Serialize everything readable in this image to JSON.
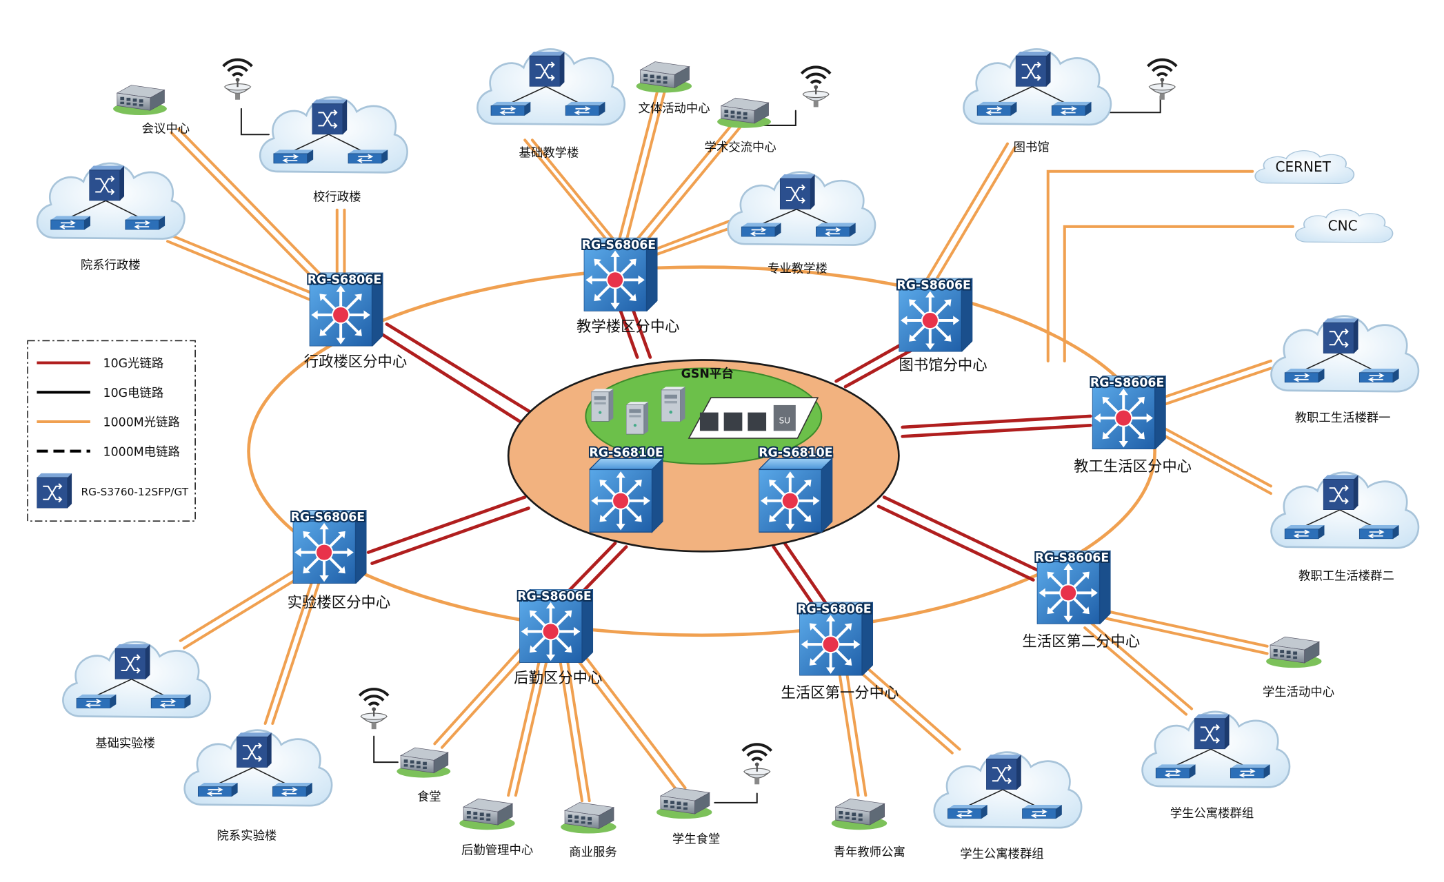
{
  "platform": {
    "title": "GSN平台",
    "core_left_model": "RG-S6810E",
    "core_right_model": "RG-S6810E",
    "panel_badge": "SU"
  },
  "hubs": [
    {
      "id": "admin",
      "model": "RG-S6806E",
      "label": "行政楼区分中心"
    },
    {
      "id": "teach",
      "model": "RG-S6806E",
      "label": "教学楼区分中心"
    },
    {
      "id": "library",
      "model": "RG-S8606E",
      "label": "图书馆分中心"
    },
    {
      "id": "staff",
      "model": "RG-S8606E",
      "label": "教工生活区分中心"
    },
    {
      "id": "life2",
      "model": "RG-S8606E",
      "label": "生活区第二分中心"
    },
    {
      "id": "life1",
      "model": "RG-S6806E",
      "label": "生活区第一分中心"
    },
    {
      "id": "logistics",
      "model": "RG-S8606E",
      "label": "后勤区分中心"
    },
    {
      "id": "lab",
      "model": "RG-S6806E",
      "label": "实验楼区分中心"
    }
  ],
  "nodes": {
    "meeting": "会议中心",
    "school_admin": "校行政楼",
    "dept_admin": "院系行政楼",
    "basic_teach": "基础教学楼",
    "culture": "文体活动中心",
    "academic": "学术交流中心",
    "pro_teach": "专业教学楼",
    "library": "图书馆",
    "cernet": "CERNET",
    "cnc": "CNC",
    "staff_group1": "教职工生活楼群一",
    "staff_group2": "教职工生活楼群二",
    "student_activity": "学生活动中心",
    "dorm_group_right": "学生公寓楼群组",
    "dorm_group_mid": "学生公寓楼群组",
    "young_teacher": "青年教师公寓",
    "student_canteen": "学生食堂",
    "commerce": "商业服务",
    "logistics_mgmt": "后勤管理中心",
    "canteen": "食堂",
    "basic_lab": "基础实验楼",
    "dept_lab": "院系实验楼"
  },
  "legend": {
    "items": [
      {
        "label": "10G光链路",
        "color": "#b01e1e",
        "style": "solid"
      },
      {
        "label": "10G电链路",
        "color": "#000000",
        "style": "solid"
      },
      {
        "label": "1000M光链路",
        "color": "#f0a050",
        "style": "solid"
      },
      {
        "label": "1000M电链路",
        "color": "#000000",
        "style": "dashed"
      }
    ],
    "switch_model": "RG-S3760-12SFP/GT"
  },
  "colors": {
    "fiber_10g": "#b01e1e",
    "fiber_1000m": "#f0a050",
    "hub_blue": "#2a78c8",
    "platform_fill": "#f2b27f",
    "platform_green": "#6cc04a",
    "cloud": "#d9ecf8",
    "switch_icon": "#2b4f8e"
  },
  "icons": {
    "hub": "layer3-switch-icon",
    "switch": "workgroup-switch-icon",
    "building": "building-icon",
    "wireless": "wireless-antenna-icon",
    "server": "server-icon",
    "cloud": "cloud-icon"
  }
}
